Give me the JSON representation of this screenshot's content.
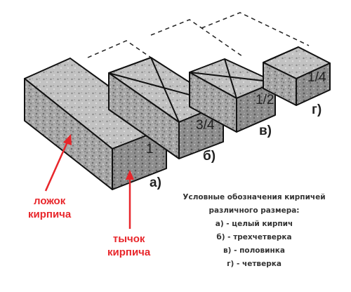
{
  "bricks": [
    {
      "id": "whole",
      "fraction": "1",
      "letter": "а)"
    },
    {
      "id": "three-quarter",
      "fraction": "3/4",
      "letter": "б)"
    },
    {
      "id": "half",
      "fraction": "1/2",
      "letter": "в)"
    },
    {
      "id": "quarter",
      "fraction": "1/4",
      "letter": "г)"
    }
  ],
  "callouts": {
    "stretcher_line1": "ложок",
    "stretcher_line2": "кирпича",
    "header_line1": "тычок",
    "header_line2": "кирпича",
    "color": "#e8262b"
  },
  "legend": {
    "title_line1": "Условные обозначения кирпичей",
    "title_line2": "различного размера:",
    "items": [
      "а) - целый кирпич",
      "б) - трехчетверка",
      "в) - половинка",
      "г) - четверка"
    ]
  }
}
